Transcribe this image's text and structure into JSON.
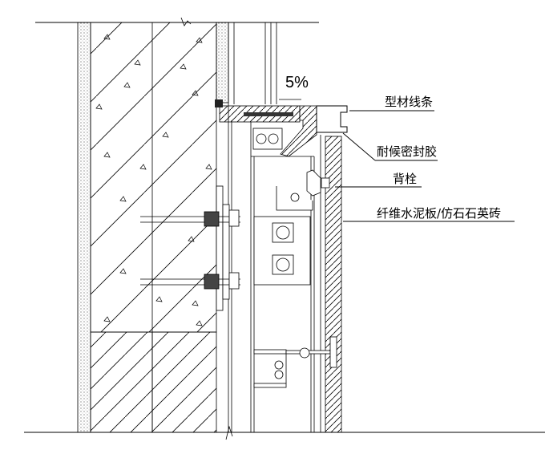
{
  "drawing": {
    "slope_label": "5%",
    "callouts": [
      {
        "id": "profile-trim",
        "text": "型材线条"
      },
      {
        "id": "weather-sealant",
        "text": "耐候密封胶"
      },
      {
        "id": "back-bolt",
        "text": "背栓"
      },
      {
        "id": "cladding-panel",
        "text": "纤维水泥板/仿石石英砖"
      }
    ]
  }
}
